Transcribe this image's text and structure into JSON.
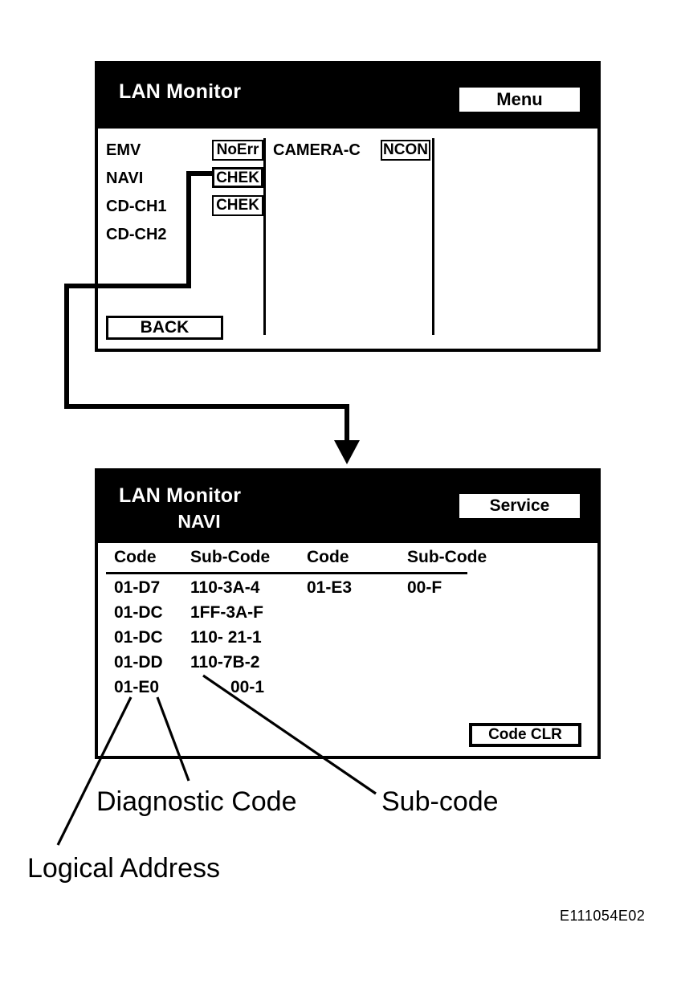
{
  "figure": {
    "reference": "E111054E02"
  },
  "screen1": {
    "title": "LAN Monitor",
    "menu_button": "Menu",
    "back_button": "BACK",
    "devices_left": [
      {
        "name": "EMV",
        "status": "NoErr"
      },
      {
        "name": "NAVI",
        "status": "CHEK"
      },
      {
        "name": "CD-CH1",
        "status": "CHEK"
      },
      {
        "name": "CD-CH2",
        "status": ""
      }
    ],
    "devices_right": [
      {
        "name": "CAMERA-C",
        "status": "NCON"
      }
    ]
  },
  "screen2": {
    "title": "LAN Monitor",
    "subtitle": "NAVI",
    "service_button": "Service",
    "code_clr_button": "Code CLR",
    "columns": [
      "Code",
      "Sub-Code",
      "Code",
      "Sub-Code"
    ],
    "rows": [
      {
        "code1": "01-D7",
        "sub1": "110-3A-4",
        "code2": "01-E3",
        "sub2": "00-F"
      },
      {
        "code1": "01-DC",
        "sub1": "1FF-3A-F",
        "code2": "",
        "sub2": ""
      },
      {
        "code1": "01-DC",
        "sub1": "110- 21-1",
        "code2": "",
        "sub2": ""
      },
      {
        "code1": "01-DD",
        "sub1": "110-7B-2",
        "code2": "",
        "sub2": ""
      },
      {
        "code1": "01-E0",
        "sub1": "00-1",
        "code2": "",
        "sub2": ""
      }
    ]
  },
  "callouts": {
    "diagnostic_code": "Diagnostic Code",
    "sub_code": "Sub-code",
    "logical_address": "Logical Address"
  }
}
